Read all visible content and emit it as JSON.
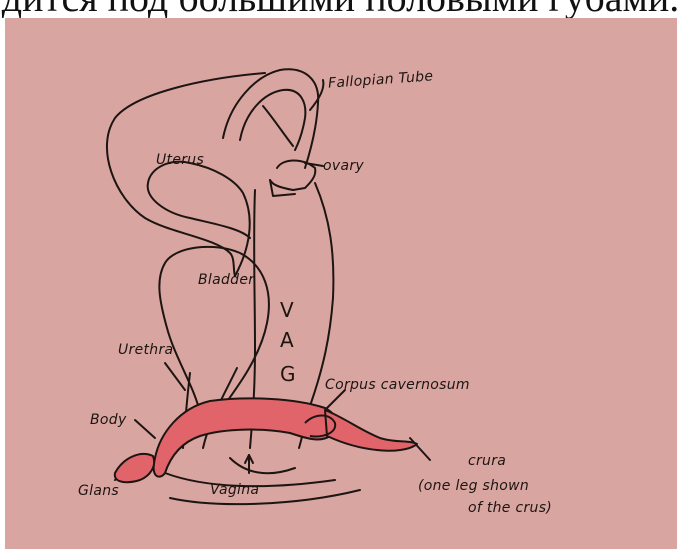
{
  "caption_fragment": "дится под большими половыми губами.",
  "labels": {
    "fallopian_tube": "Fallopian Tube",
    "uterus": "Uterus",
    "ovary": "ovary",
    "bladder": "Bladder",
    "urethra": "Urethra",
    "vag_v": "V",
    "vag_a": "A",
    "vag_g": "G",
    "corpus_cavernosum": "Corpus cavernosum",
    "body": "Body",
    "crura": "crura",
    "crura_note_line1": "(one leg shown",
    "crura_note_line2": "of the crus)",
    "glans": "Glans",
    "vagina": "Vagina"
  },
  "colors": {
    "paper": "#d9a5a1",
    "ink": "#1d1512",
    "clitoris_fill": "#e0646a"
  }
}
